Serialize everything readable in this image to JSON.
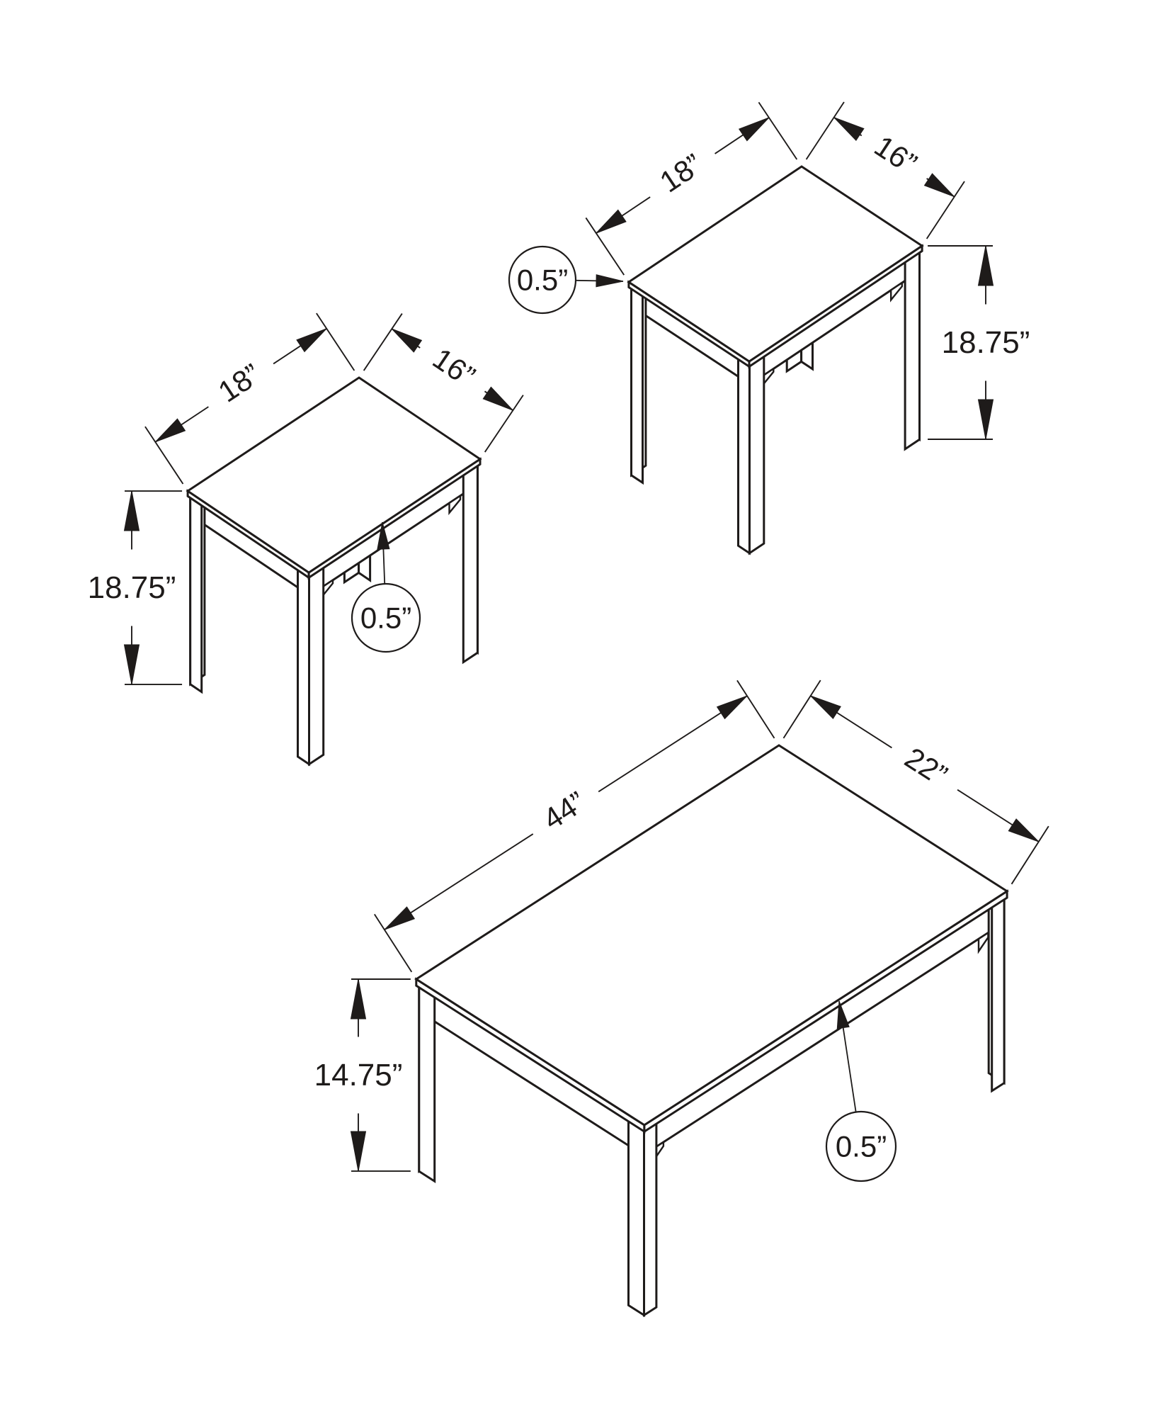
{
  "diagram_type": "furniture-dimension-diagram",
  "colors": {
    "background": "#ffffff",
    "line": "#1e1b1a"
  },
  "tables": [
    {
      "name": "end-table-top-right",
      "length_label": "18”",
      "width_label": "16”",
      "height_label": "18.75”",
      "top_thickness_label": "0.5”"
    },
    {
      "name": "end-table-left",
      "length_label": "18”",
      "width_label": "16”",
      "height_label": "18.75”",
      "top_thickness_label": "0.5”"
    },
    {
      "name": "coffee-table",
      "length_label": "44”",
      "width_label": "22”",
      "height_label": "14.75”",
      "top_thickness_label": "0.5”"
    }
  ]
}
